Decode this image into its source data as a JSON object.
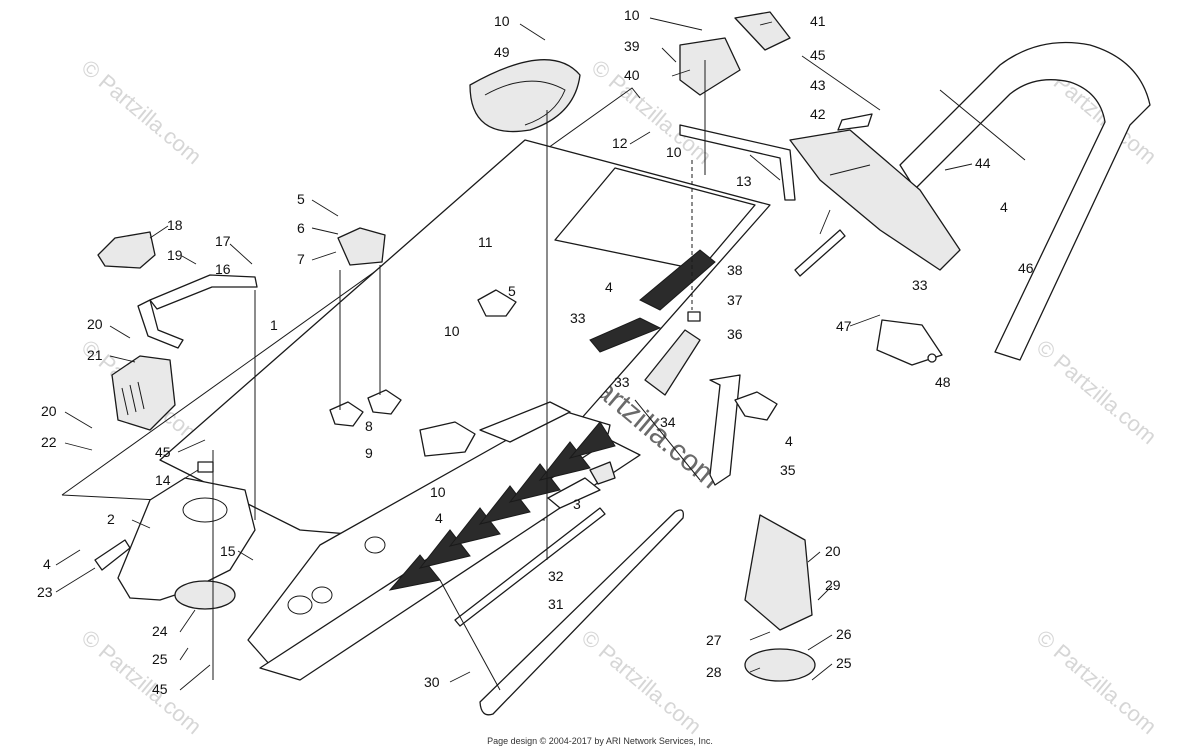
{
  "watermarks": {
    "small": "© Partzilla.com",
    "center": "© Partzilla.com"
  },
  "footer": "Page design © 2004-2017 by ARI Network Services, Inc.",
  "callouts": [
    "10",
    "49",
    "10",
    "39",
    "40",
    "41",
    "45",
    "43",
    "42",
    "12",
    "10",
    "13",
    "44",
    "5",
    "6",
    "7",
    "18",
    "19",
    "17",
    "16",
    "11",
    "4",
    "5",
    "10",
    "33",
    "38",
    "37",
    "36",
    "4",
    "46",
    "33",
    "47",
    "48",
    "20",
    "21",
    "1",
    "20",
    "22",
    "8",
    "9",
    "45",
    "14",
    "10",
    "34",
    "33",
    "35",
    "4",
    "2",
    "3",
    "4",
    "4",
    "23",
    "15",
    "32",
    "31",
    "24",
    "25",
    "45",
    "30",
    "20",
    "29",
    "27",
    "26",
    "28",
    "25"
  ]
}
